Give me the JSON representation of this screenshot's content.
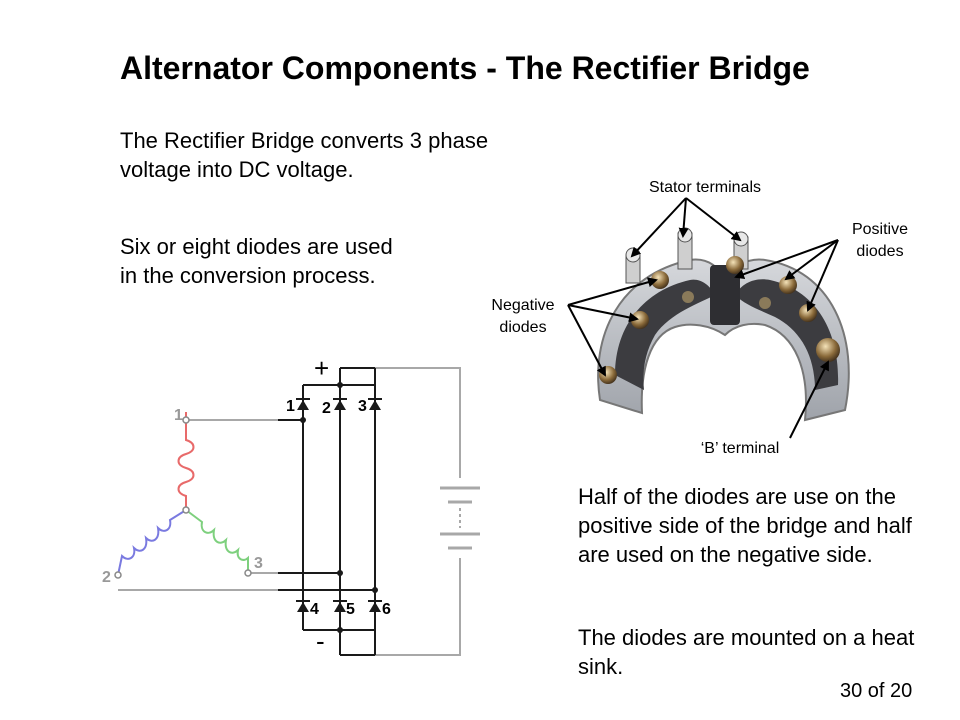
{
  "slide": {
    "title": "Alternator Components - The Rectifier Bridge",
    "paragraphs": [
      "The Rectifier Bridge converts 3 phase voltage into DC voltage.",
      "Six or eight diodes are used in the conversion process.",
      "Half of the diodes are use on the positive side of the bridge and half are used on the negative side.",
      "The diodes are mounted on a heat sink."
    ],
    "page_number": "30 of 20"
  },
  "photo_labels": {
    "stator_terminals": "Stator terminals",
    "positive_diodes_1": "Positive",
    "positive_diodes_2": "diodes",
    "negative_diodes_1": "Negative",
    "negative_diodes_2": "diodes",
    "b_terminal": "‘B’ terminal"
  },
  "schematic": {
    "plus": "+",
    "minus": "-",
    "winding_labels": [
      "1",
      "2",
      "3"
    ],
    "diode_labels": [
      "1",
      "2",
      "3",
      "4",
      "5",
      "6"
    ],
    "colors": {
      "winding_1": "#e86a6a",
      "winding_2": "#7a7ae0",
      "winding_3": "#7ed07e",
      "wire": "#1a1a1a",
      "gray_wire": "#a8a8a8"
    }
  }
}
